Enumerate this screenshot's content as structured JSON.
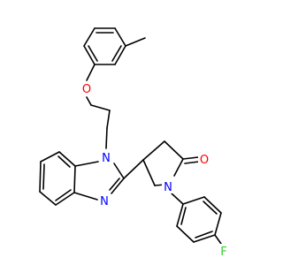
{
  "molecule": {
    "atoms": {
      "oxygen_ether": "O",
      "nitrogen_benzimidazole_n1": "N",
      "nitrogen_benzimidazole_n3": "N",
      "nitrogen_lactam": "N",
      "oxygen_carbonyl": "O",
      "fluorine": "F"
    },
    "colors": {
      "bond": "#000000",
      "oxygen": "#ff0000",
      "nitrogen": "#0000ff",
      "fluorine": "#33cc33"
    }
  }
}
